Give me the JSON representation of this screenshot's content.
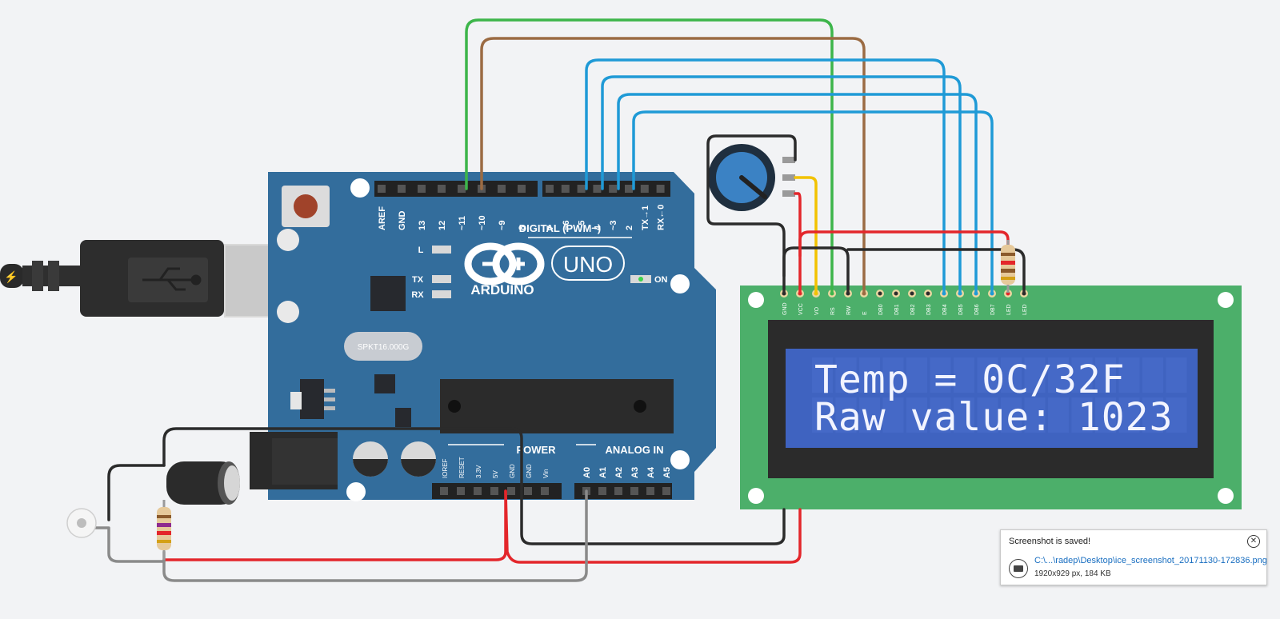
{
  "colors": {
    "background": "#f2f3f5",
    "arduino_board": "#336d9c",
    "lcd_board": "#4caf6a",
    "lcd_screen": "#3f63c0",
    "wire_green": "#3db54a",
    "wire_brown": "#9b6b43",
    "wire_blue": "#1f9ad6",
    "wire_red": "#e3262b",
    "wire_black": "#2b2b2b",
    "wire_yellow": "#f2c200",
    "wire_gray": "#8a8a8a"
  },
  "arduino": {
    "brand": "ARDUINO",
    "model": "UNO",
    "on_label": "ON",
    "digital_label": "DIGITAL (PWM~)",
    "power_label": "POWER",
    "analog_label": "ANALOG IN",
    "led_labels": {
      "l": "L",
      "tx": "TX",
      "rx": "RX"
    },
    "crystal_label": "SPKT16.000G",
    "digital_pins": [
      "AREF",
      "GND",
      "13",
      "12",
      "~11",
      "~10",
      "~9",
      "8",
      "7",
      "~6",
      "~5",
      "4",
      "~3",
      "2",
      "TX→1",
      "RX←0"
    ],
    "power_pins": [
      "IOREF",
      "RESET",
      "3.3V",
      "5V",
      "GND",
      "GND",
      "Vin"
    ],
    "analog_pins": [
      "A0",
      "A1",
      "A2",
      "A3",
      "A4",
      "A5"
    ]
  },
  "lcd": {
    "pins": [
      "GND",
      "VCC",
      "VO",
      "RS",
      "RW",
      "E",
      "DB0",
      "DB1",
      "DB2",
      "DB3",
      "DB4",
      "DB5",
      "DB6",
      "DB7",
      "LED",
      "LED"
    ],
    "line1": "Temp = 0C/32F",
    "line2": "Raw value: 1023"
  },
  "toast": {
    "title": "Screenshot is saved!",
    "path": "C:\\...\\radep\\Desktop\\ice_screenshot_20171130-172836.png",
    "meta": "1920x929 px, 184 KB"
  },
  "watermark": {
    "title": "Activate Windows",
    "subtitle": "Go to PC settings to activate Windows."
  }
}
